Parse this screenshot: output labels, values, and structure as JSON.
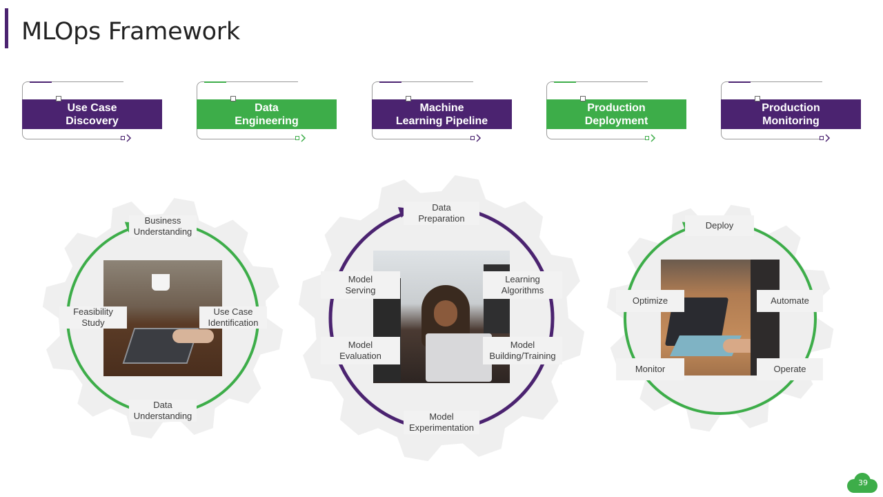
{
  "slide": {
    "title": "MLOps Framework",
    "page_number": "39"
  },
  "colors": {
    "purple": "#4b2370",
    "green": "#3dad49",
    "gear": "#efefef",
    "node_bg": "#f2f2f2",
    "text": "#3a3a3a"
  },
  "stages": [
    {
      "line1": "Use Case",
      "line2": "Discovery",
      "color": "purple"
    },
    {
      "line1": "Data",
      "line2": "Engineering",
      "color": "green"
    },
    {
      "line1": "Machine",
      "line2": "Learning Pipeline",
      "color": "purple"
    },
    {
      "line1": "Production",
      "line2": "Deployment",
      "color": "green"
    },
    {
      "line1": "Production",
      "line2": "Monitoring",
      "color": "purple"
    }
  ],
  "cycles": [
    {
      "ring_color": "green",
      "photo_content": "person typing on a laptop at a wooden desk, holding a white mug",
      "nodes": [
        {
          "line1": "Business",
          "line2": "Understanding"
        },
        {
          "line1": "Use Case",
          "line2": "Identification"
        },
        {
          "line1": "Data",
          "line2": "Understanding"
        },
        {
          "line1": "Feasibility",
          "line2": "Study"
        }
      ]
    },
    {
      "ring_color": "purple",
      "photo_content": "team gathered around a laptop, one woman smiling",
      "nodes": [
        {
          "line1": "Data",
          "line2": "Preparation"
        },
        {
          "line1": "Learning",
          "line2": "Algorithms"
        },
        {
          "line1": "Model",
          "line2": "Building/Training"
        },
        {
          "line1": "Model",
          "line2": "Experimentation"
        },
        {
          "line1": "Model",
          "line2": "Evaluation"
        },
        {
          "line1": "Model",
          "line2": "Serving"
        }
      ]
    },
    {
      "ring_color": "green",
      "photo_content": "hands typing on a tablet with keyboard on a wooden table",
      "nodes": [
        {
          "line1": "Deploy"
        },
        {
          "line1": "Automate"
        },
        {
          "line1": "Operate"
        },
        {
          "line1": "Monitor"
        },
        {
          "line1": "Optimize"
        }
      ]
    }
  ]
}
